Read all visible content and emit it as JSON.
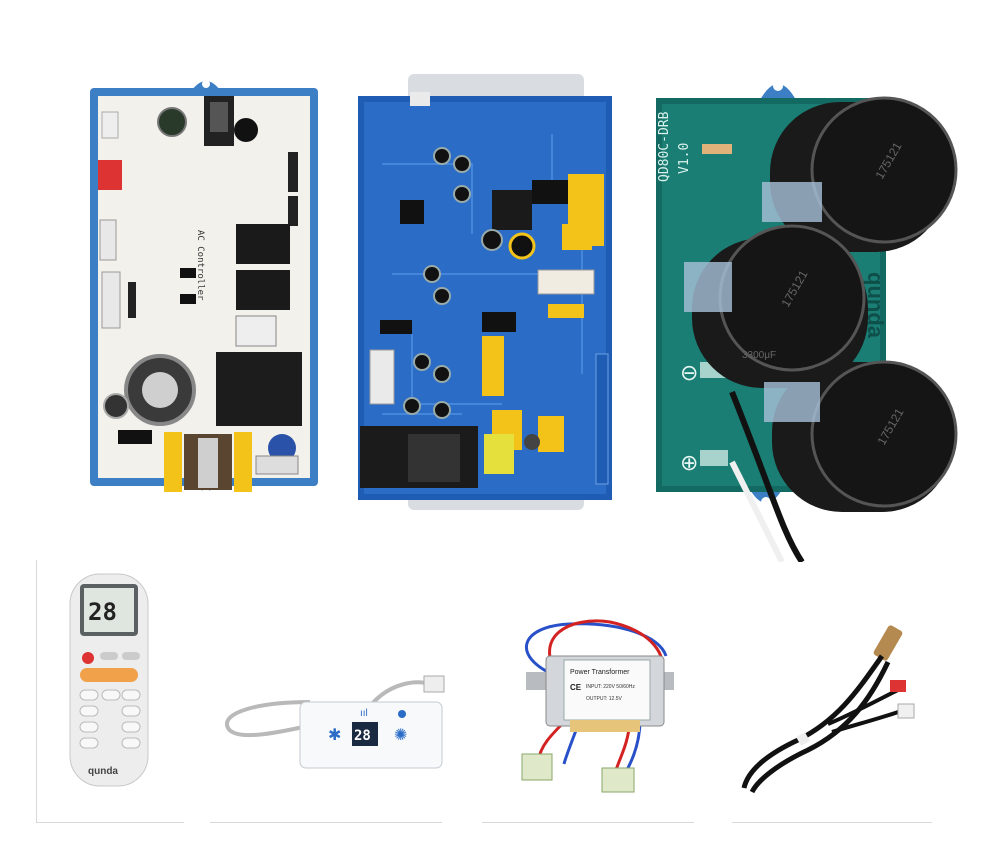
{
  "boards": {
    "main_board_label": "AC Controller",
    "capacitor_board_model": "QD80C-DRB",
    "capacitor_board_version": "V1.0",
    "brand_mark": "qunda",
    "cap_marking": "175121",
    "cap_value": "3300μF",
    "polarity_minus": "⊖",
    "polarity_plus": "⊕"
  },
  "accessories": {
    "remote_display": "28",
    "remote_brand": "qunda",
    "display_panel_digits": "28",
    "transformer_title": "Power Transformer",
    "transformer_input": "INPUT: 220V 50/60Hz",
    "transformer_output": "OUTPUT: 12.5V",
    "ce_mark": "CE"
  }
}
